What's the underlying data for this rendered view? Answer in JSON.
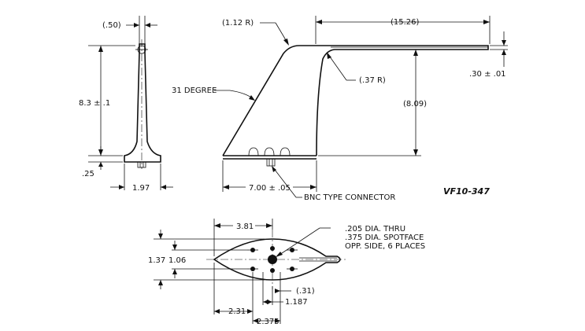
{
  "drawing_id": "VF10-347",
  "side_view": {
    "dim_width": "(.50)",
    "dim_height": "8.3 ± .1",
    "dim_base": ".25",
    "dim_foot": "1.97"
  },
  "front_view": {
    "dim_top_radius": "(1.12 R)",
    "dim_length": "(15.26)",
    "dim_thickness": ".30 ± .01",
    "dim_inner_radius": "(.37 R)",
    "dim_angle": "31 DEGREE",
    "dim_height": "(8.09)",
    "dim_base": "7.00 ± .05",
    "connector_label": "BNC TYPE CONNECTOR"
  },
  "top_view": {
    "dim_span": "3.81",
    "hole_note_line1": ".205 DIA. THRU",
    "hole_note_line2": ".375 DIA. SPOTFACE",
    "hole_note_line3": "OPP. SIDE, 6 PLACES",
    "dim_outer_width": "1.37",
    "dim_inner_width": "1.06",
    "dim_offset": "(.31)",
    "dim_hole_a": "1.187",
    "dim_hole_b": "2.31",
    "dim_hole_c": "2.375"
  }
}
